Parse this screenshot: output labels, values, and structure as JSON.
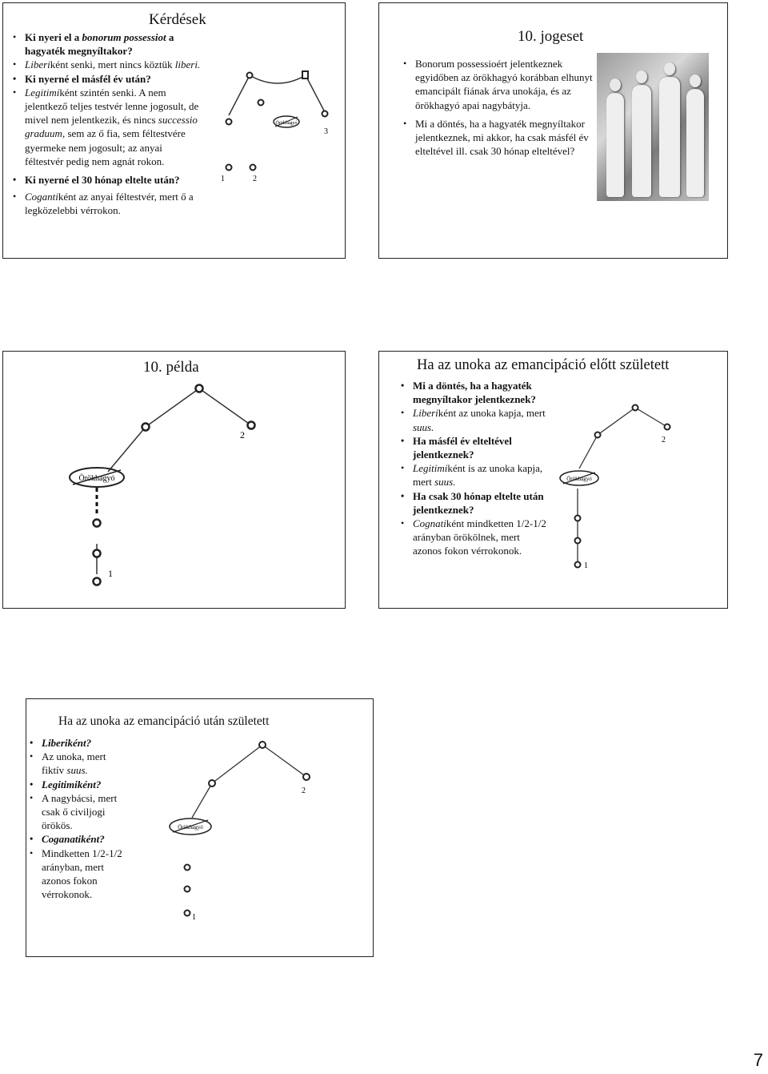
{
  "slide1": {
    "title": "Kérdések",
    "b1a": "Ki nyeri el a ",
    "b1b": "bonorum possessiot",
    "b1c": " a hagyaték megnyíltakor?",
    "b2a": "Liberi",
    "b2b": "ként senki, mert nincs köztük ",
    "b2c": "liberi.",
    "b3": "Ki nyerné el másfél év után?",
    "b4a": "Legitimi",
    "b4b": "ként szintén senki. A nem jelentkező teljes testvér lenne jogosult, de mivel nem jelentkezik, és nincs ",
    "b4c": "successio graduum,",
    "b4d": " sem az ő fia, sem féltestvére gyermeke nem jogosult; az anyai féltestvér pedig nem agnát rokon.",
    "b5": "Ki nyerné el 30 hónap eltelte után?",
    "b6a": "Coganti",
    "b6b": "ként az anyai féltestvér, mert ő a legközelebbi vérrokon.",
    "tree": {
      "heir_label": "Örökhagyó",
      "labels": [
        "1",
        "2",
        "3"
      ]
    }
  },
  "slide2": {
    "title": "10. jogeset",
    "b1": "Bonorum possessioért jelentkeznek egyidőben az örökhagyó korábban elhunyt emancipált fiának árva unokája, és az örökhagyó apai nagybátyja.",
    "b2": "Mi a döntés, ha a hagyaték megnyíltakor jelentkeznek, mi akkor, ha csak másfél év elteltével ill. csak 30 hónap elteltével?"
  },
  "slide3": {
    "title": "10. példa",
    "tree": {
      "heir_label": "Örökhagyó",
      "labels": [
        "1",
        "2"
      ]
    }
  },
  "slide4": {
    "title": "Ha az unoka az emancipáció előtt született",
    "b1": "Mi a döntés, ha a hagyaték megnyíltakor jelentkeznek?",
    "b2a": "Liberi",
    "b2b": "ként az unoka kapja, mert ",
    "b2c": "suus.",
    "b3": "Ha másfél év elteltével jelentkeznek?",
    "b4a": "Legitimi",
    "b4b": "ként is az unoka kapja, mert ",
    "b4c": "suus.",
    "b5": "Ha csak 30 hónap eltelte után jelentkeznek?",
    "b6a": "Cognati",
    "b6b": "ként mindketten 1/2-1/2 arányban örökölnek, mert azonos fokon vérrokonok.",
    "tree": {
      "heir_label": "Örökhagyó",
      "labels": [
        "1",
        "2"
      ]
    }
  },
  "slide5": {
    "title": "Ha az unoka az emancipáció után született",
    "b1": "Liberiként?",
    "b2a": "Az unoka, mert fiktív ",
    "b2b": "suus.",
    "b3": "Legitimiként?",
    "b4": "A nagybácsi, mert csak ő civiljogi örökös.",
    "b5": "Coganatiként?",
    "b6": "Mindketten 1/2-1/2 arányban, mert azonos fokon vérrokonok.",
    "tree": {
      "heir_label": "Örökhagyó",
      "labels": [
        "1",
        "2"
      ]
    }
  },
  "page_number": "7"
}
